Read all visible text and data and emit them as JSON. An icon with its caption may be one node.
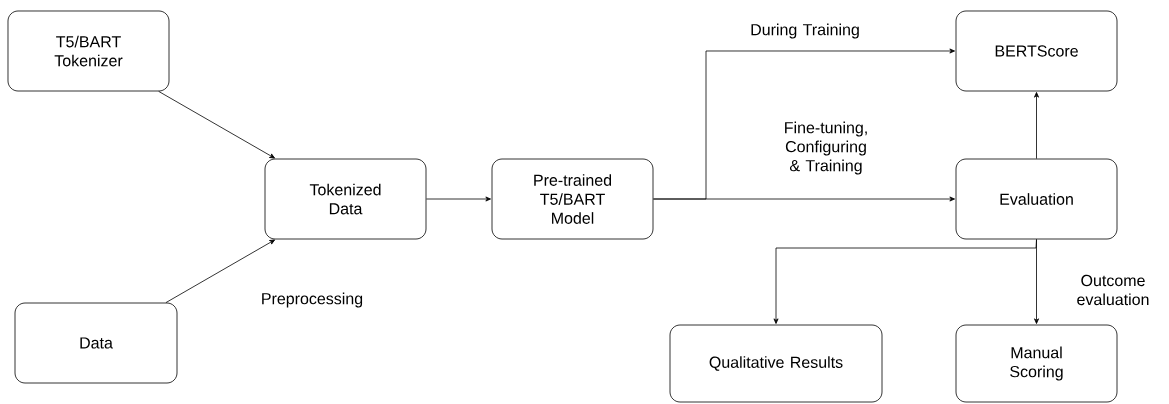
{
  "diagram": {
    "nodes": [
      {
        "text": [
          "T5/BART Tokenizer"
        ]
      },
      {
        "text": [
          "Data"
        ]
      },
      {
        "text": [
          "Tokenized Data"
        ]
      },
      {
        "text": [
          "Pre-trained T5/BART Model"
        ]
      },
      {
        "text": [
          "BERTScore"
        ]
      },
      {
        "text": [
          "Evaluation"
        ]
      },
      {
        "text": [
          "Qualitative Results"
        ]
      },
      {
        "text": [
          "Manual Scoring"
        ]
      }
    ],
    "edges": [
      {
        "from": 0,
        "to": 2,
        "arrow": "to"
      },
      {
        "from": 1,
        "to": 2,
        "arrow": "to",
        "label": "Preprocessing"
      },
      {
        "from": 2,
        "to": 3,
        "arrow": "to"
      },
      {
        "from": 3,
        "to": 4,
        "arrow": "to",
        "label": "During Training"
      },
      {
        "from": 3,
        "to": 5,
        "arrow": "to",
        "label": "Fine-tuning, Configuring & Training"
      },
      {
        "from": 5,
        "to": 4,
        "arrow": "to"
      },
      {
        "from": 5,
        "to": 6,
        "arrow": "to"
      },
      {
        "from": 5,
        "to": 7,
        "arrow": "to",
        "label": "Outcome evaluation"
      }
    ]
  }
}
